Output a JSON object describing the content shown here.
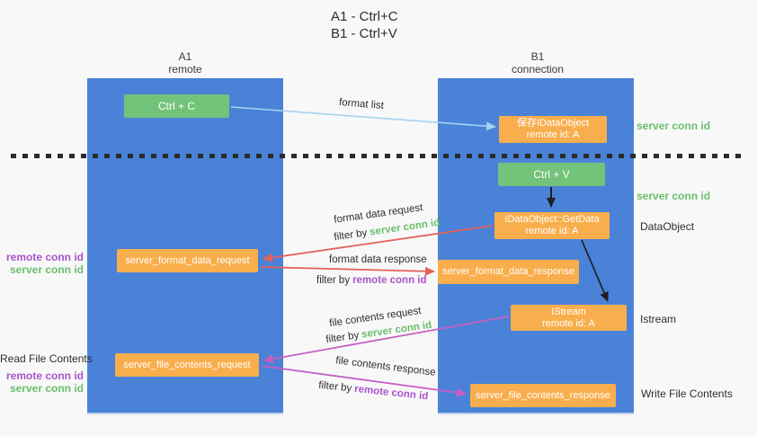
{
  "palette": {
    "background": "#f8f8f8",
    "lane_blue": "#4a82d8",
    "box_green": "#73c37b",
    "box_orange": "#f9ae4d",
    "arrow_light_blue": "#a6d2ef",
    "arrow_black": "#1f1f1f",
    "arrow_red": "#e4605c",
    "arrow_magenta": "#c75fc3",
    "text_green": "#6abf6e",
    "text_purple": "#a953cb"
  },
  "title": {
    "line1": "A1 - Ctrl+C",
    "line2": "B1 - Ctrl+V"
  },
  "lanes": {
    "a": {
      "name": "A1",
      "subtitle": "remote"
    },
    "b": {
      "name": "B1",
      "subtitle": "connection"
    }
  },
  "nodes": {
    "ctrl_c": "Ctrl + C",
    "ctrl_v": "Ctrl + V",
    "save_idataobject": {
      "title": "保存IDataObject",
      "subtitle": "remote id: A"
    },
    "getdata": {
      "title": "IDataObject::GetData",
      "subtitle": "remote id: A"
    },
    "istream": {
      "title": "IStream",
      "subtitle": "remote id: A"
    },
    "format_request": "server_format_data_request",
    "format_response": "server_format_data_response",
    "file_request": "server_file_contents_request",
    "file_response": "server_file_contents_response"
  },
  "flow_labels": {
    "format_list": "format list",
    "format_data_request": "format data request",
    "format_data_response": "format data response",
    "file_contents_request": "file contents request",
    "file_contents_response": "file contents response",
    "filter_by": "filter by"
  },
  "tokens": {
    "server_conn_id": "server conn id",
    "remote_conn_id": "remote conn id"
  },
  "side_labels": {
    "dataobject": "DataObject",
    "istream": "Istream",
    "read_file_contents": "Read File Contents",
    "write_file_contents": "Write File Contents"
  }
}
